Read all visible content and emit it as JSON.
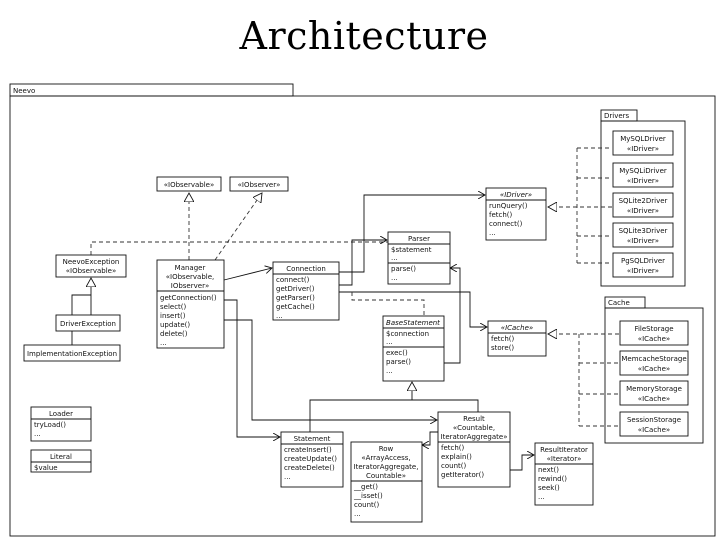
{
  "slide": {
    "title": "Architecture"
  },
  "packages": {
    "main": "Neevo",
    "drivers": "Drivers",
    "cache": "Cache"
  },
  "classes": {
    "iobservable": {
      "name": "«IObservable»"
    },
    "iobserver": {
      "name": "«IObserver»"
    },
    "neevo_exception": {
      "name": "NeevoException",
      "stereo": "«IObservable»"
    },
    "driver_exception": {
      "name": "DriverException"
    },
    "implementation_exception": {
      "name": "ImplementationException"
    },
    "manager": {
      "name": "Manager",
      "stereo1": "«IObservable,",
      "stereo2": "IObserver»",
      "methods": [
        "getConnection()",
        "select()",
        "insert()",
        "update()",
        "delete()",
        "..."
      ]
    },
    "connection": {
      "name": "Connection",
      "methods": [
        "connect()",
        "getDriver()",
        "getParser()",
        "getCache()",
        "..."
      ]
    },
    "parser": {
      "name": "Parser",
      "attrs": [
        "$statement",
        "..."
      ],
      "methods": [
        "parse()",
        "..."
      ]
    },
    "idriver": {
      "name": "«IDriver»",
      "methods": [
        "runQuery()",
        "fetch()",
        "connect()",
        "..."
      ]
    },
    "base_statement": {
      "name": "BaseStatement",
      "attrs": [
        "$connection",
        "..."
      ],
      "methods": [
        "exec()",
        "parse()",
        "..."
      ]
    },
    "icache": {
      "name": "«ICache»",
      "methods": [
        "fetch()",
        "store()"
      ]
    },
    "statement": {
      "name": "Statement",
      "methods": [
        "createInsert()",
        "createUpdate()",
        "createDelete()",
        "..."
      ]
    },
    "result": {
      "name": "Result",
      "stereo1": "«Countable,",
      "stereo2": "IteratorAggregate»",
      "methods": [
        "fetch()",
        "explain()",
        "count()",
        "getIterator()"
      ]
    },
    "row": {
      "name": "Row",
      "stereo1": "«ArrayAccess,",
      "stereo2": "IteratorAggregate,",
      "stereo3": "Countable»",
      "methods": [
        "__get()",
        "__isset()",
        "count()",
        "..."
      ]
    },
    "result_iterator": {
      "name": "ResultIterator",
      "stereo": "«Iterator»",
      "methods": [
        "next()",
        "rewind()",
        "seek()",
        "..."
      ]
    },
    "loader": {
      "name": "Loader",
      "methods": [
        "tryLoad()",
        "..."
      ]
    },
    "literal": {
      "name": "Literal",
      "attrs": [
        "$value"
      ]
    }
  },
  "drivers": [
    {
      "name": "MySQLDriver",
      "stereo": "«IDriver»"
    },
    {
      "name": "MySQLiDriver",
      "stereo": "«IDriver»"
    },
    {
      "name": "SQLite2Driver",
      "stereo": "«IDriver»"
    },
    {
      "name": "SQLite3Driver",
      "stereo": "«IDriver»"
    },
    {
      "name": "PgSQLDriver",
      "stereo": "«IDriver»"
    }
  ],
  "caches": [
    {
      "name": "FileStorage",
      "stereo": "«ICache»"
    },
    {
      "name": "MemcacheStorage",
      "stereo": "«ICache»"
    },
    {
      "name": "MemoryStorage",
      "stereo": "«ICache»"
    },
    {
      "name": "SessionStorage",
      "stereo": "«ICache»"
    }
  ]
}
